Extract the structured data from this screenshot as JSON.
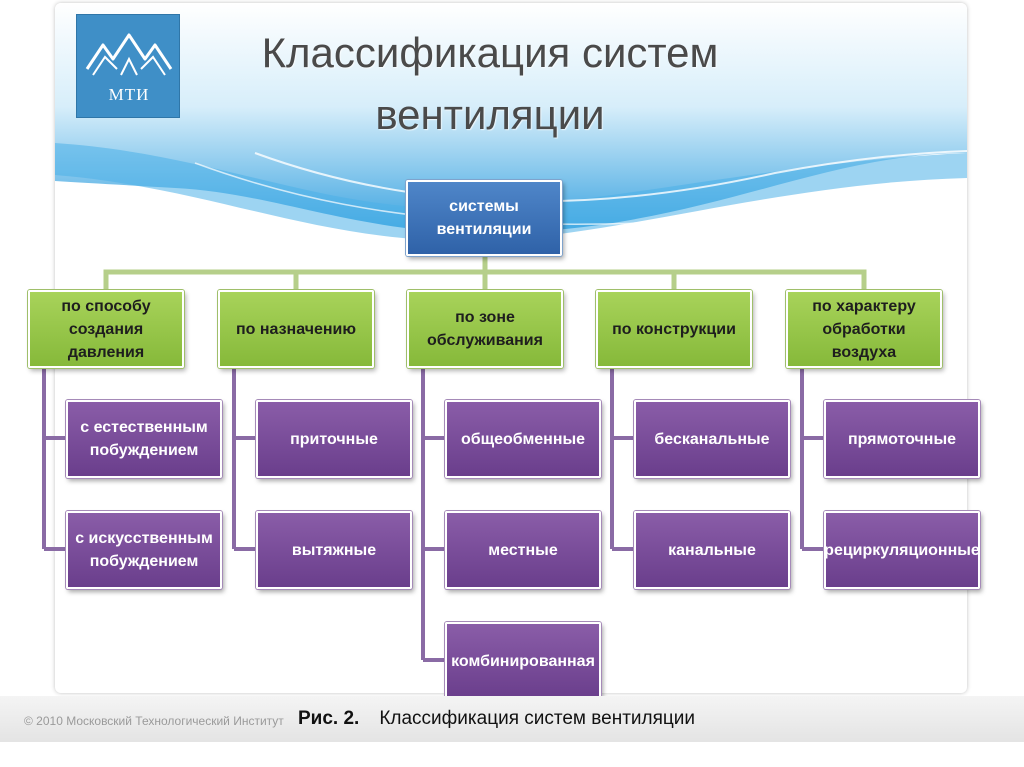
{
  "logo": {
    "text": "МТИ"
  },
  "title": {
    "line1": "Классификация систем",
    "line2": "вентиляции"
  },
  "diagram": {
    "root": "системы вентиляции",
    "categories": [
      {
        "label": "по способу создания давления",
        "children": [
          "с естественным побуждением",
          "с искусственным побуждением"
        ]
      },
      {
        "label": "по назначению",
        "children": [
          "приточные",
          "вытяжные"
        ]
      },
      {
        "label": "по зоне обслуживания",
        "children": [
          "общеобменные",
          "местные",
          "комбинированная"
        ]
      },
      {
        "label": "по конструкции",
        "children": [
          "бесканальные",
          "канальные"
        ]
      },
      {
        "label": "по характеру обработки воздуха",
        "children": [
          "прямоточные",
          "рециркуляционные"
        ]
      }
    ]
  },
  "footer": {
    "copyright": "© 2010 Московский Технологический Институт"
  },
  "caption": {
    "label": "Рис. 2.",
    "text": "Классификация систем вентиляции"
  },
  "colors": {
    "root": "#3a6fb5",
    "category": "#97c64a",
    "leaf": "#754a97",
    "connector": "#b6cf8a",
    "sky": "#5fb8ea"
  }
}
